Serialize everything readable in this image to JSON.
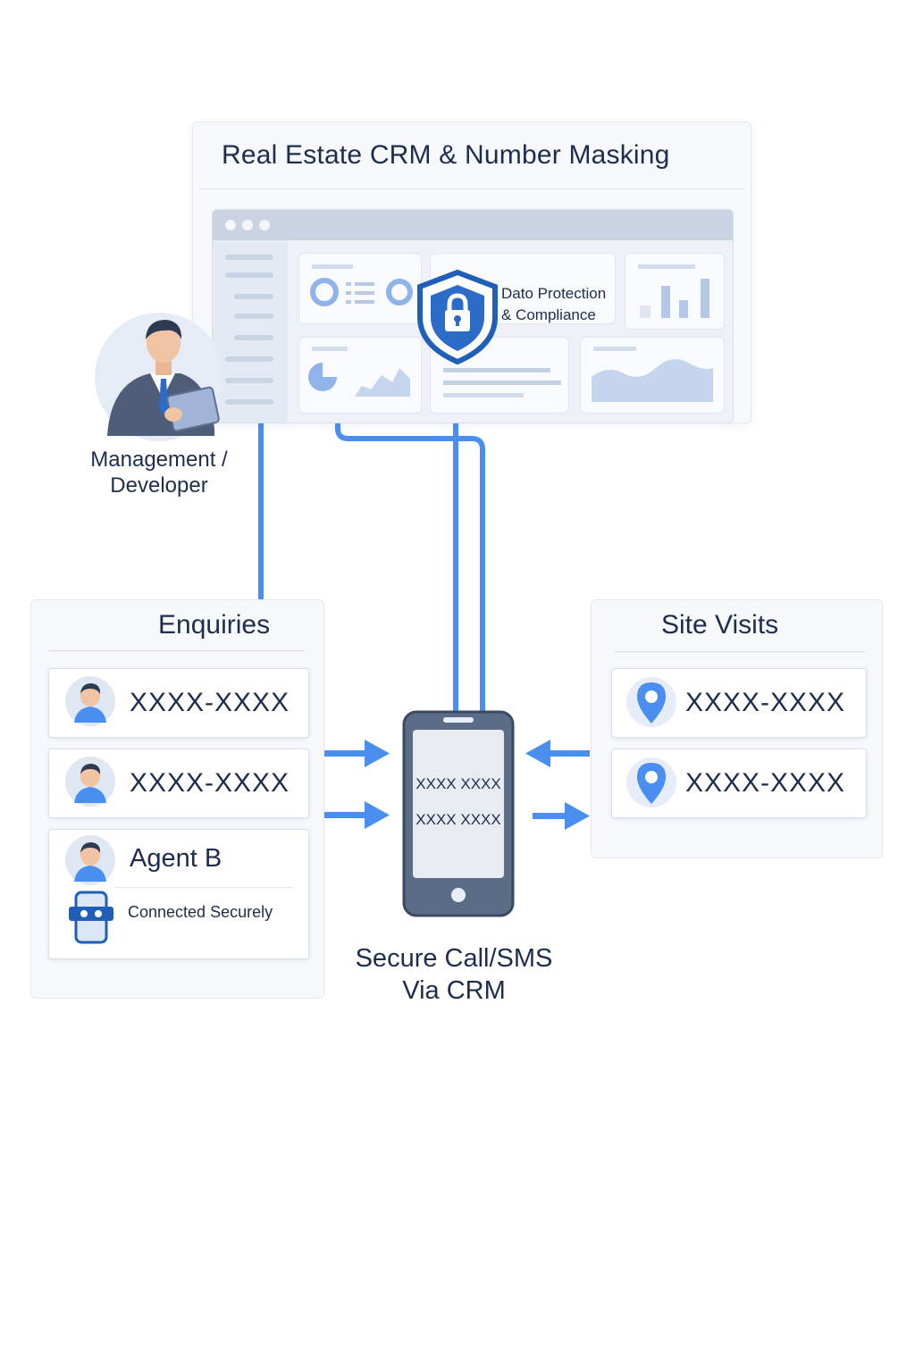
{
  "crm": {
    "title": "Real Estate CRM & Number  Masking",
    "data_protection_line1": "Dato Protection",
    "data_protection_line2": "& Compliance"
  },
  "management": {
    "label_line1": "Management /",
    "label_line2": "Developer"
  },
  "enquiries": {
    "title": "Enquiries",
    "rows": [
      {
        "number": "XXXX-XXXX"
      },
      {
        "number": "XXXX-XXXX"
      }
    ],
    "agent": {
      "name": "Agent B",
      "status": "Connected Securely"
    }
  },
  "site_visits": {
    "title": "Site Visits",
    "rows": [
      {
        "number": "XXXX-XXXX"
      },
      {
        "number": "XXXX-XXXX"
      }
    ]
  },
  "phone": {
    "line1": "XXXX XXXX",
    "line2": "XXXX XXXX",
    "caption_line1": "Secure Call/SMS",
    "caption_line2": "Via CRM"
  },
  "colors": {
    "connector": "#4a8ff0",
    "shield": "#1f5fb8",
    "text": "#1f2d4d",
    "panel": "#f6f8fc"
  },
  "icons": [
    "person-icon",
    "shield-lock-icon",
    "location-pin-icon",
    "phone-icon",
    "masked-id-icon",
    "arrow-right-icon",
    "arrow-left-icon"
  ]
}
